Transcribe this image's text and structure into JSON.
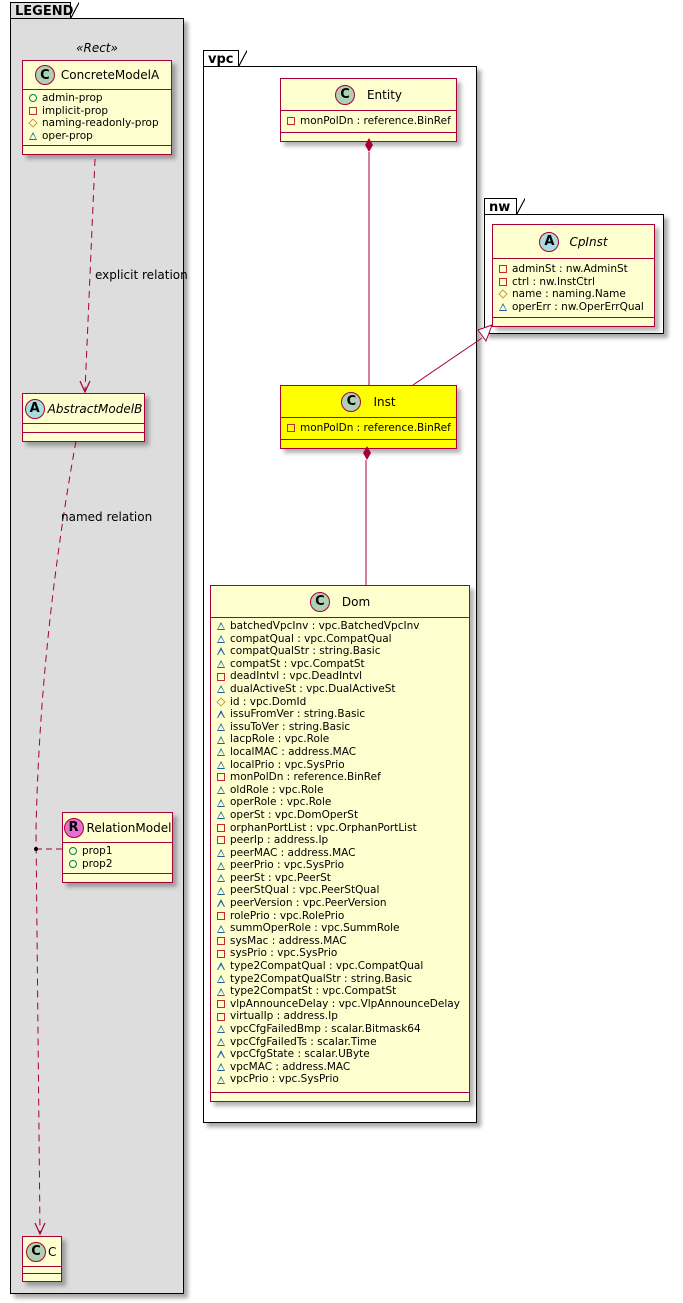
{
  "packages": {
    "legend": {
      "name": "LEGEND",
      "stereotype": "«Rect»",
      "classes": {
        "concrete": {
          "kind": "C",
          "name": "ConcreteModelA",
          "attributes": [
            {
              "visibility": "public",
              "text": "admin-prop"
            },
            {
              "visibility": "private",
              "text": "implicit-prop"
            },
            {
              "visibility": "protected",
              "text": "naming-readonly-prop"
            },
            {
              "visibility": "package",
              "text": "oper-prop"
            }
          ]
        },
        "abstract": {
          "kind": "A",
          "name": "AbstractModelB",
          "attributes": []
        },
        "relation": {
          "kind": "R",
          "name": "RelationModel",
          "attributes": [
            {
              "visibility": "public",
              "text": "prop1"
            },
            {
              "visibility": "public",
              "text": "prop2"
            }
          ]
        },
        "c": {
          "kind": "C",
          "name": "C",
          "attributes": []
        }
      },
      "relations": {
        "explicit": "explicit relation",
        "named": "named relation"
      }
    },
    "vpc": {
      "name": "vpc",
      "classes": {
        "entity": {
          "kind": "C",
          "name": "Entity",
          "attributes": [
            {
              "visibility": "private",
              "text": "monPolDn : reference.BinRef"
            }
          ]
        },
        "inst": {
          "kind": "C",
          "name": "Inst",
          "highlight": "#FFFF00",
          "attributes": [
            {
              "visibility": "private",
              "text": "monPolDn : reference.BinRef"
            }
          ]
        },
        "dom": {
          "kind": "C",
          "name": "Dom",
          "attributes": [
            {
              "visibility": "package",
              "text": "batchedVpcInv : vpc.BatchedVpcInv"
            },
            {
              "visibility": "package",
              "text": "compatQual : vpc.CompatQual"
            },
            {
              "visibility": "package",
              "text": "compatQualStr : string.Basic"
            },
            {
              "visibility": "package",
              "text": "compatSt : vpc.CompatSt"
            },
            {
              "visibility": "private",
              "text": "deadIntvl : vpc.DeadIntvl"
            },
            {
              "visibility": "package",
              "text": "dualActiveSt : vpc.DualActiveSt"
            },
            {
              "visibility": "protected",
              "text": "id : vpc.DomId"
            },
            {
              "visibility": "package",
              "text": "issuFromVer : string.Basic"
            },
            {
              "visibility": "package",
              "text": "issuToVer : string.Basic"
            },
            {
              "visibility": "package",
              "text": "lacpRole : vpc.Role"
            },
            {
              "visibility": "package",
              "text": "localMAC : address.MAC"
            },
            {
              "visibility": "package",
              "text": "localPrio : vpc.SysPrio"
            },
            {
              "visibility": "private",
              "text": "monPolDn : reference.BinRef"
            },
            {
              "visibility": "package",
              "text": "oldRole : vpc.Role"
            },
            {
              "visibility": "package",
              "text": "operRole : vpc.Role"
            },
            {
              "visibility": "package",
              "text": "operSt : vpc.DomOperSt"
            },
            {
              "visibility": "private",
              "text": "orphanPortList : vpc.OrphanPortList"
            },
            {
              "visibility": "private",
              "text": "peerIp : address.Ip"
            },
            {
              "visibility": "package",
              "text": "peerMAC : address.MAC"
            },
            {
              "visibility": "package",
              "text": "peerPrio : vpc.SysPrio"
            },
            {
              "visibility": "package",
              "text": "peerSt : vpc.PeerSt"
            },
            {
              "visibility": "package",
              "text": "peerStQual : vpc.PeerStQual"
            },
            {
              "visibility": "package",
              "text": "peerVersion : vpc.PeerVersion"
            },
            {
              "visibility": "private",
              "text": "rolePrio : vpc.RolePrio"
            },
            {
              "visibility": "package",
              "text": "summOperRole : vpc.SummRole"
            },
            {
              "visibility": "private",
              "text": "sysMac : address.MAC"
            },
            {
              "visibility": "private",
              "text": "sysPrio : vpc.SysPrio"
            },
            {
              "visibility": "package",
              "text": "type2CompatQual : vpc.CompatQual"
            },
            {
              "visibility": "package",
              "text": "type2CompatQualStr : string.Basic"
            },
            {
              "visibility": "package",
              "text": "type2CompatSt : vpc.CompatSt"
            },
            {
              "visibility": "private",
              "text": "vlpAnnounceDelay : vpc.VlpAnnounceDelay"
            },
            {
              "visibility": "private",
              "text": "virtualIp : address.Ip"
            },
            {
              "visibility": "package",
              "text": "vpcCfgFailedBmp : scalar.Bitmask64"
            },
            {
              "visibility": "package",
              "text": "vpcCfgFailedTs : scalar.Time"
            },
            {
              "visibility": "package",
              "text": "vpcCfgState : scalar.UByte"
            },
            {
              "visibility": "package",
              "text": "vpcMAC : address.MAC"
            },
            {
              "visibility": "package",
              "text": "vpcPrio : vpc.SysPrio"
            }
          ]
        }
      }
    },
    "nw": {
      "name": "nw",
      "classes": {
        "cpinst": {
          "kind": "A",
          "name": "CpInst",
          "attributes": [
            {
              "visibility": "private",
              "text": "adminSt : nw.AdminSt"
            },
            {
              "visibility": "private",
              "text": "ctrl : nw.InstCtrl"
            },
            {
              "visibility": "protected",
              "text": "name : naming.Name"
            },
            {
              "visibility": "package",
              "text": "operErr : nw.OperErrQual"
            }
          ]
        }
      }
    }
  },
  "colors": {
    "class_fill": "#FEFECE",
    "class_border": "#A80036",
    "highlight_fill": "#FFFF00",
    "legend_fill": "#DDDDDD",
    "badge_class": "#ADD1B2",
    "badge_abstract": "#A9DCDF",
    "badge_relation": "#E56FCF",
    "vis_public": "#038048",
    "vis_private": "#C82930",
    "vis_protected": "#B38D22",
    "vis_package": "#1963A0"
  }
}
